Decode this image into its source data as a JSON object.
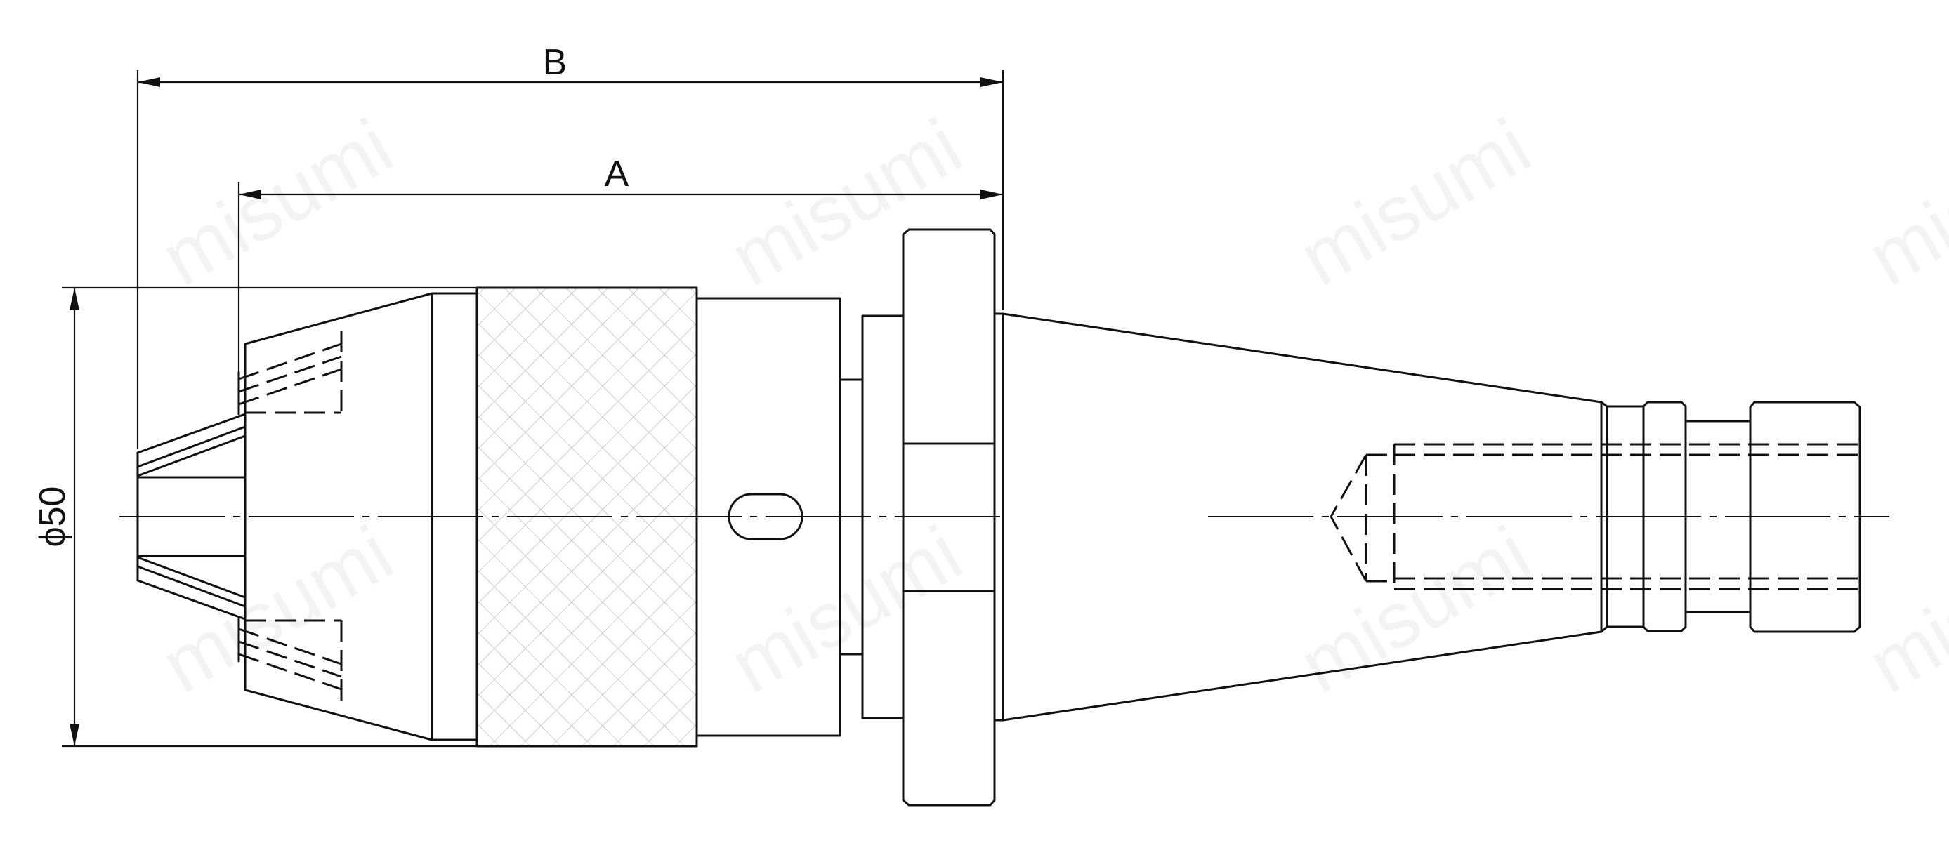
{
  "dimensions": {
    "a_label": "A",
    "b_label": "B",
    "diameter_label": "ϕ50"
  },
  "watermark": {
    "text": "misumi"
  }
}
